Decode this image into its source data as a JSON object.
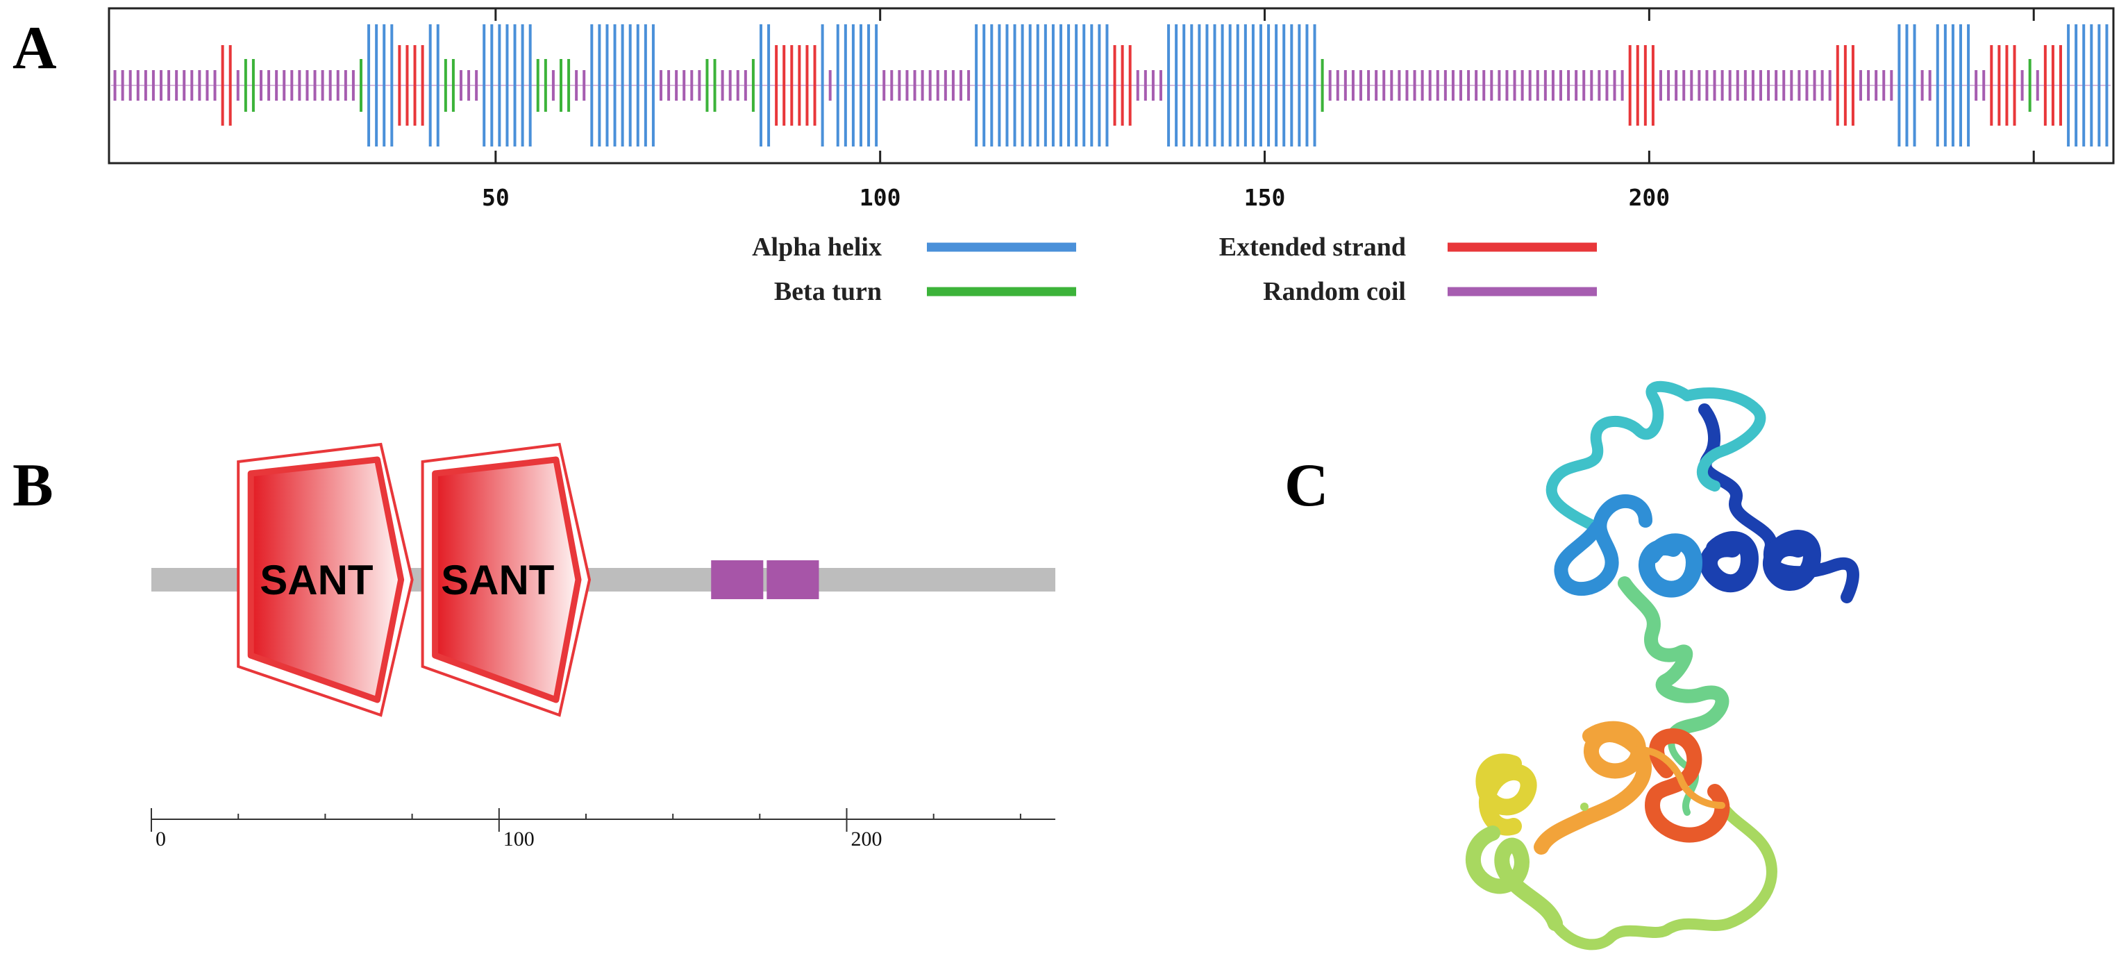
{
  "panels": {
    "a": {
      "letter": "A"
    },
    "b": {
      "letter": "B"
    },
    "c": {
      "letter": "C"
    }
  },
  "secondary_structure": {
    "length": 260,
    "axis_ticks": [
      50,
      100,
      150,
      200
    ],
    "minor_ticks": [
      250
    ],
    "colors": {
      "h": "#4a90d9",
      "e": "#e8373a",
      "t": "#3cb33a",
      "c": "#a65db0"
    },
    "segments": [
      {
        "type": "c",
        "start": 1,
        "end": 14
      },
      {
        "type": "e",
        "start": 15,
        "end": 16
      },
      {
        "type": "c",
        "start": 17,
        "end": 17
      },
      {
        "type": "t",
        "start": 18,
        "end": 19
      },
      {
        "type": "c",
        "start": 20,
        "end": 32
      },
      {
        "type": "t",
        "start": 33,
        "end": 33
      },
      {
        "type": "h",
        "start": 34,
        "end": 37
      },
      {
        "type": "e",
        "start": 38,
        "end": 41
      },
      {
        "type": "h",
        "start": 42,
        "end": 43
      },
      {
        "type": "t",
        "start": 44,
        "end": 45
      },
      {
        "type": "c",
        "start": 46,
        "end": 48
      },
      {
        "type": "h",
        "start": 49,
        "end": 55
      },
      {
        "type": "t",
        "start": 56,
        "end": 57
      },
      {
        "type": "c",
        "start": 58,
        "end": 58
      },
      {
        "type": "t",
        "start": 59,
        "end": 60
      },
      {
        "type": "c",
        "start": 61,
        "end": 62
      },
      {
        "type": "h",
        "start": 63,
        "end": 71
      },
      {
        "type": "c",
        "start": 72,
        "end": 77
      },
      {
        "type": "t",
        "start": 78,
        "end": 79
      },
      {
        "type": "c",
        "start": 80,
        "end": 83
      },
      {
        "type": "t",
        "start": 84,
        "end": 84
      },
      {
        "type": "h",
        "start": 85,
        "end": 86
      },
      {
        "type": "e",
        "start": 87,
        "end": 92
      },
      {
        "type": "h",
        "start": 93,
        "end": 93
      },
      {
        "type": "c",
        "start": 94,
        "end": 94
      },
      {
        "type": "h",
        "start": 95,
        "end": 100
      },
      {
        "type": "c",
        "start": 101,
        "end": 112
      },
      {
        "type": "h",
        "start": 113,
        "end": 130
      },
      {
        "type": "e",
        "start": 131,
        "end": 133
      },
      {
        "type": "c",
        "start": 134,
        "end": 137
      },
      {
        "type": "h",
        "start": 138,
        "end": 157
      },
      {
        "type": "t",
        "start": 158,
        "end": 158
      },
      {
        "type": "c",
        "start": 159,
        "end": 197
      },
      {
        "type": "e",
        "start": 198,
        "end": 201
      },
      {
        "type": "c",
        "start": 202,
        "end": 224
      },
      {
        "type": "e",
        "start": 225,
        "end": 227
      },
      {
        "type": "c",
        "start": 228,
        "end": 232
      },
      {
        "type": "h",
        "start": 233,
        "end": 235
      },
      {
        "type": "c",
        "start": 236,
        "end": 237
      },
      {
        "type": "h",
        "start": 238,
        "end": 242
      },
      {
        "type": "c",
        "start": 243,
        "end": 244
      },
      {
        "type": "e",
        "start": 245,
        "end": 248
      },
      {
        "type": "c",
        "start": 249,
        "end": 249
      },
      {
        "type": "t",
        "start": 250,
        "end": 250
      },
      {
        "type": "c",
        "start": 251,
        "end": 251
      },
      {
        "type": "e",
        "start": 252,
        "end": 254
      },
      {
        "type": "h",
        "start": 255,
        "end": 260
      }
    ],
    "legend": [
      {
        "key": "h",
        "label": "Alpha helix"
      },
      {
        "key": "e",
        "label": "Extended strand"
      },
      {
        "key": "t",
        "label": "Beta turn"
      },
      {
        "key": "c",
        "label": "Random coil"
      }
    ]
  },
  "domain_map": {
    "length": 260,
    "axis_ticks": [
      0,
      100,
      200
    ],
    "backbone_color": "#bdbdbd",
    "domains": [
      {
        "name": "SANT",
        "start": 25,
        "end": 75,
        "color": "#e8373a"
      },
      {
        "name": "SANT",
        "start": 78,
        "end": 126,
        "color": "#e8373a"
      }
    ],
    "boxes": [
      {
        "start": 161,
        "end": 176,
        "color": "#a755a8"
      },
      {
        "start": 177,
        "end": 192,
        "color": "#a755a8"
      }
    ]
  },
  "structure_model": {
    "color_scheme": [
      "#1a40b0",
      "#2f8fd6",
      "#3fc1c9",
      "#6dd18a",
      "#a8d860",
      "#e0d338",
      "#f2a33a",
      "#e85a2a"
    ]
  }
}
